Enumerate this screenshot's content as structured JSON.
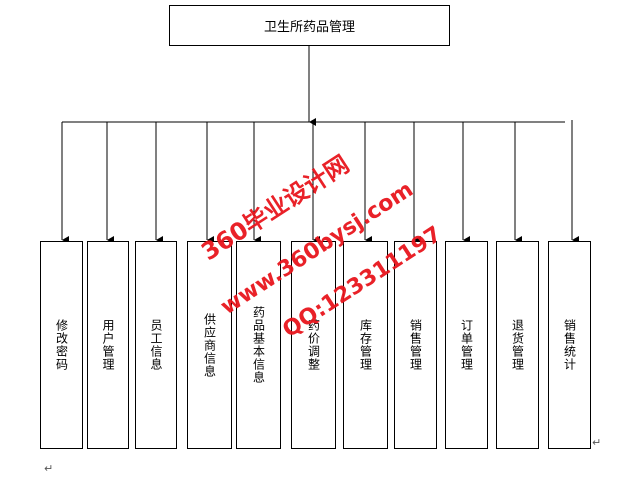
{
  "root": {
    "title": "卫生所药品管理"
  },
  "modules": [
    {
      "label": "修改密码"
    },
    {
      "label": "用户管理"
    },
    {
      "label": "员工信息"
    },
    {
      "label": "供应商信息"
    },
    {
      "label": "药品基本信息"
    },
    {
      "label": "药价调整"
    },
    {
      "label": "库存管理"
    },
    {
      "label": "销售管理"
    },
    {
      "label": "订单管理"
    },
    {
      "label": "退货管理"
    },
    {
      "label": "销售统计"
    }
  ],
  "watermark": {
    "line1": "360毕业设计网",
    "line2": "www.360bysj.com",
    "line3": "QQ:123311197"
  },
  "colors": {
    "line": "#000000",
    "watermark": "#e8161d"
  }
}
